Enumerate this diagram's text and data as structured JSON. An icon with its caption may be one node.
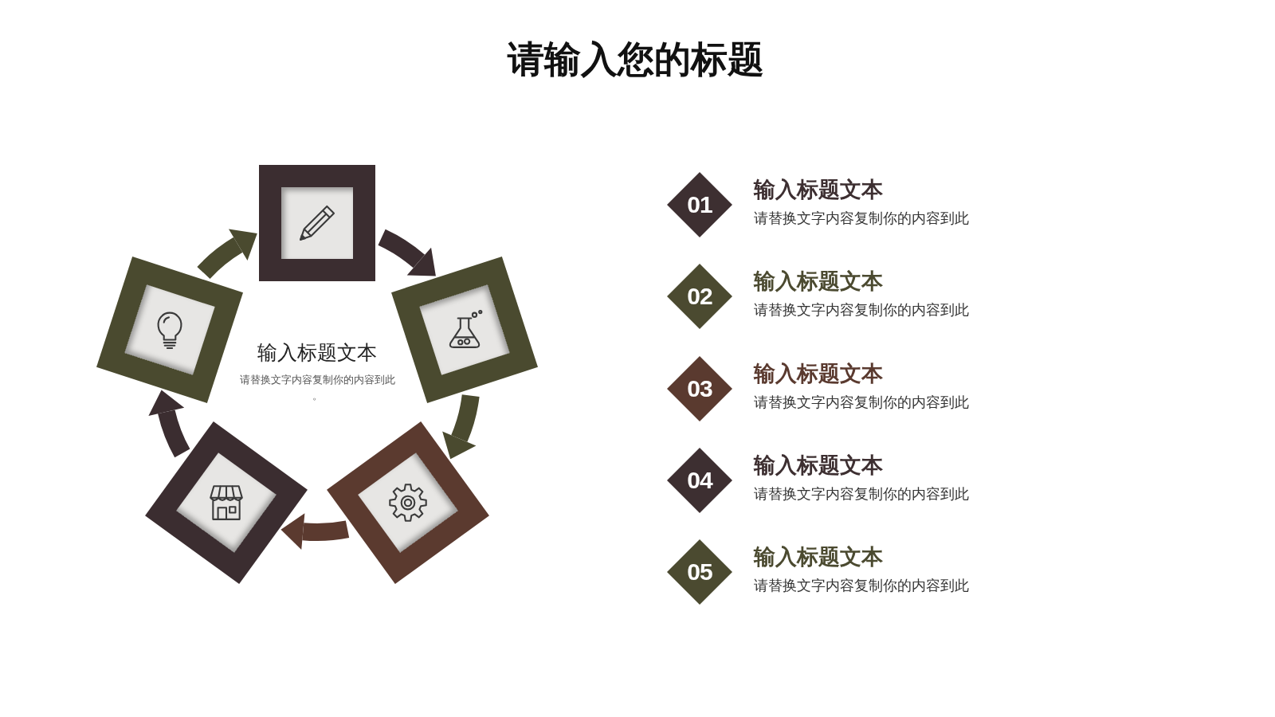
{
  "diagram": {
    "title": "请输入您的标题",
    "nodes": [
      {
        "text": [],
        "shape": "box"
      },
      {
        "text": [],
        "shape": "box"
      },
      {
        "text": [],
        "shape": "box"
      },
      {
        "text": [],
        "shape": "box"
      },
      {
        "text": [],
        "shape": "box"
      },
      {
        "text": [
          "01"
        ],
        "beside": [
          "输入标题文本",
          "请替换文字内容复制你的内容到此"
        ]
      },
      {
        "text": [
          "02"
        ],
        "beside": [
          "输入标题文本",
          "请替换文字内容复制你的内容到此"
        ]
      },
      {
        "text": [
          "03"
        ],
        "beside": [
          "输入标题文本",
          "请替换文字内容复制你的内容到此"
        ]
      },
      {
        "text": [
          "04"
        ],
        "beside": [
          "输入标题文本",
          "请替换文字内容复制你的内容到此"
        ]
      },
      {
        "text": [
          "05"
        ],
        "beside": [
          "输入标题文本",
          "请替换文字内容复制你的内容到此"
        ]
      }
    ],
    "edges": [
      {
        "from": 0,
        "to": 1,
        "arrow": "to",
        "color": "#3b2d30"
      },
      {
        "from": 1,
        "to": 2,
        "arrow": "to",
        "color": "#4a4a2f"
      },
      {
        "from": 2,
        "to": 3,
        "arrow": "to",
        "color": "#5b3a2f"
      },
      {
        "from": 3,
        "to": 4,
        "arrow": "to",
        "color": "#3b2d30"
      },
      {
        "from": 4,
        "to": 0,
        "arrow": "to",
        "color": "#4a4a2f"
      }
    ],
    "labels": [
      "输入标题文本",
      "请替换文字内容复制你的内容到此。"
    ]
  }
}
